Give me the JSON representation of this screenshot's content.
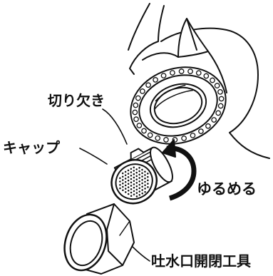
{
  "labels": {
    "notch": "切り欠き",
    "cap": "キャップ",
    "loosen": "ゆるめる",
    "tool": "吐水口開閉工具"
  },
  "colors": {
    "line": "#111111",
    "background": "#ffffff"
  },
  "parts": [
    "faucet-spout",
    "aerator-cap",
    "spout-opening-tool",
    "loosen-arrow"
  ]
}
